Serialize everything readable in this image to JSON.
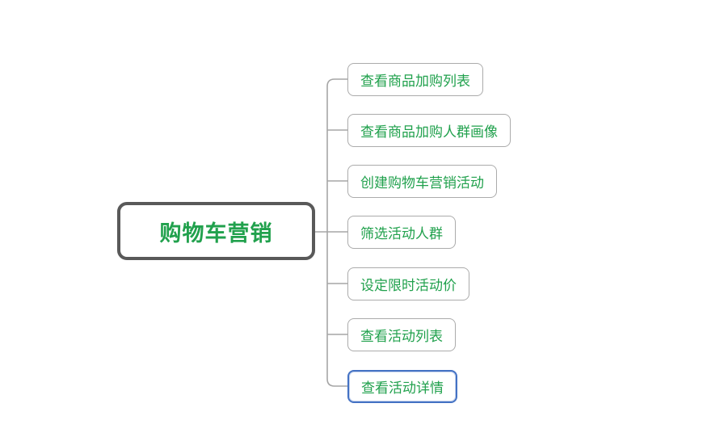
{
  "diagram": {
    "type": "mindmap",
    "root": {
      "label": "购物车营销"
    },
    "children": [
      {
        "label": "查看商品加购列表",
        "selected": false
      },
      {
        "label": "查看商品加购人群画像",
        "selected": false
      },
      {
        "label": "创建购物车营销活动",
        "selected": false
      },
      {
        "label": "筛选活动人群",
        "selected": false
      },
      {
        "label": "设定限时活动价",
        "selected": false
      },
      {
        "label": "查看活动列表",
        "selected": false
      },
      {
        "label": "查看活动详情",
        "selected": true
      }
    ],
    "colors": {
      "topic_text": "#21a14d",
      "root_border": "#595959",
      "child_border": "#ababab",
      "selected_border": "#4472c4",
      "connector_line": "#a6a6a6",
      "background": "#ffffff"
    }
  }
}
